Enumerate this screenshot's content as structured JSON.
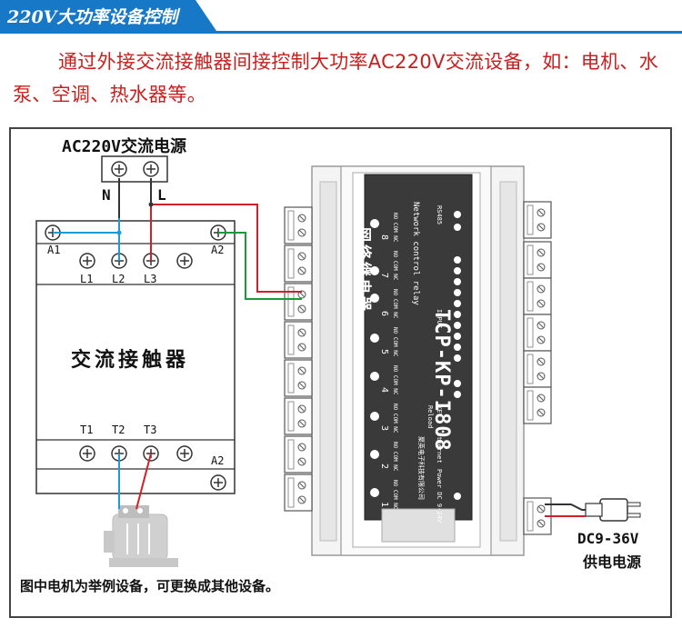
{
  "header": {
    "title": "220V大功率设备控制"
  },
  "description": "通过外接交流接触器间接控制大功率AC220V交流设备，如：电机、水泵、空调、热水器等。",
  "power_source": {
    "label": "AC220V交流电源",
    "n": "N",
    "l": "L"
  },
  "contactor": {
    "title": "交流接触器",
    "top_labels": [
      "A1",
      "A2",
      "L1",
      "L2",
      "L3"
    ],
    "bottom_labels": [
      "T1",
      "T2",
      "T3",
      "A2"
    ]
  },
  "relay": {
    "name_cn": "网络继电器",
    "name_en": "Network control relay",
    "model": "TCP-KP-I808",
    "channels": [
      "8",
      "7",
      "6",
      "5",
      "4",
      "3",
      "2",
      "1"
    ],
    "terminal_text": "NO COM NC",
    "side_labels": [
      "RS485",
      "INPUT",
      "KEY",
      "Reload",
      "Ethernet",
      "Power DC 9-24V"
    ],
    "maker": "聚英电子科技有限公司"
  },
  "dc_power": {
    "voltage": "DC9-36V",
    "label": "供电电源"
  },
  "footnote": "图中电机为举例设备，可更换成其他设备。",
  "colors": {
    "header_blue": "#1778c8",
    "desc_red": "#c8201e",
    "wire_red": "#d0202a",
    "wire_blue": "#1e9bd7",
    "wire_green": "#1a9a3a"
  }
}
